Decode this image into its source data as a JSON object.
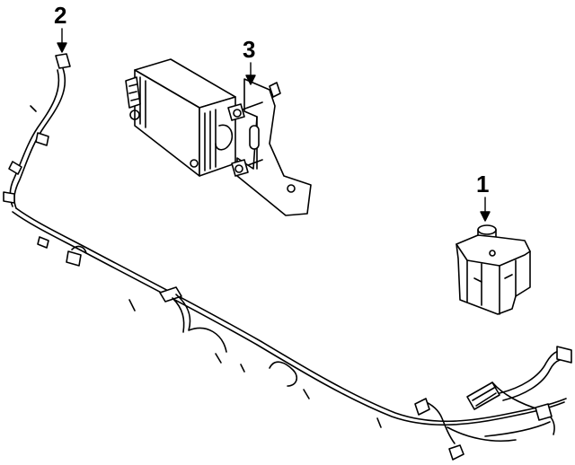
{
  "diagram": {
    "callouts": [
      {
        "id": "2",
        "label": "2"
      },
      {
        "id": "3",
        "label": "3"
      },
      {
        "id": "1",
        "label": "1"
      }
    ],
    "parts": [
      {
        "callout": "1",
        "icon": "sensor-icon"
      },
      {
        "callout": "2",
        "icon": "wiring-harness-icon"
      },
      {
        "callout": "3",
        "icon": "module-with-bracket-icon"
      }
    ]
  }
}
